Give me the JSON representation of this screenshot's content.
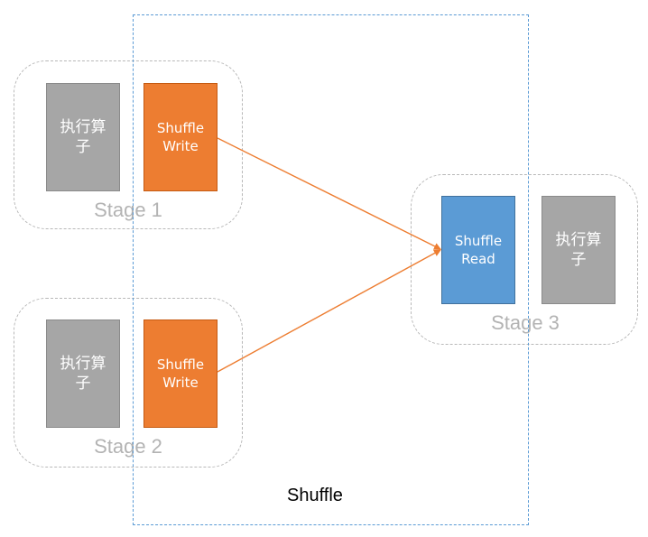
{
  "stages": [
    {
      "label": "Stage 1",
      "operator": "执行算\n子",
      "shuffle": "Shuffle\nWrite"
    },
    {
      "label": "Stage 2",
      "operator": "执行算\n子",
      "shuffle": "Shuffle\nWrite"
    },
    {
      "label": "Stage 3",
      "operator": "执行算\n子",
      "shuffle": "Shuffle\nRead"
    }
  ],
  "shuffle_region": {
    "label": "Shuffle"
  },
  "colors": {
    "operator": "#a6a6a6",
    "shuffle_write": "#ed7d31",
    "shuffle_read": "#5b9bd5",
    "arrow": "#ed7d31",
    "region_border": "#5b9bd5"
  }
}
